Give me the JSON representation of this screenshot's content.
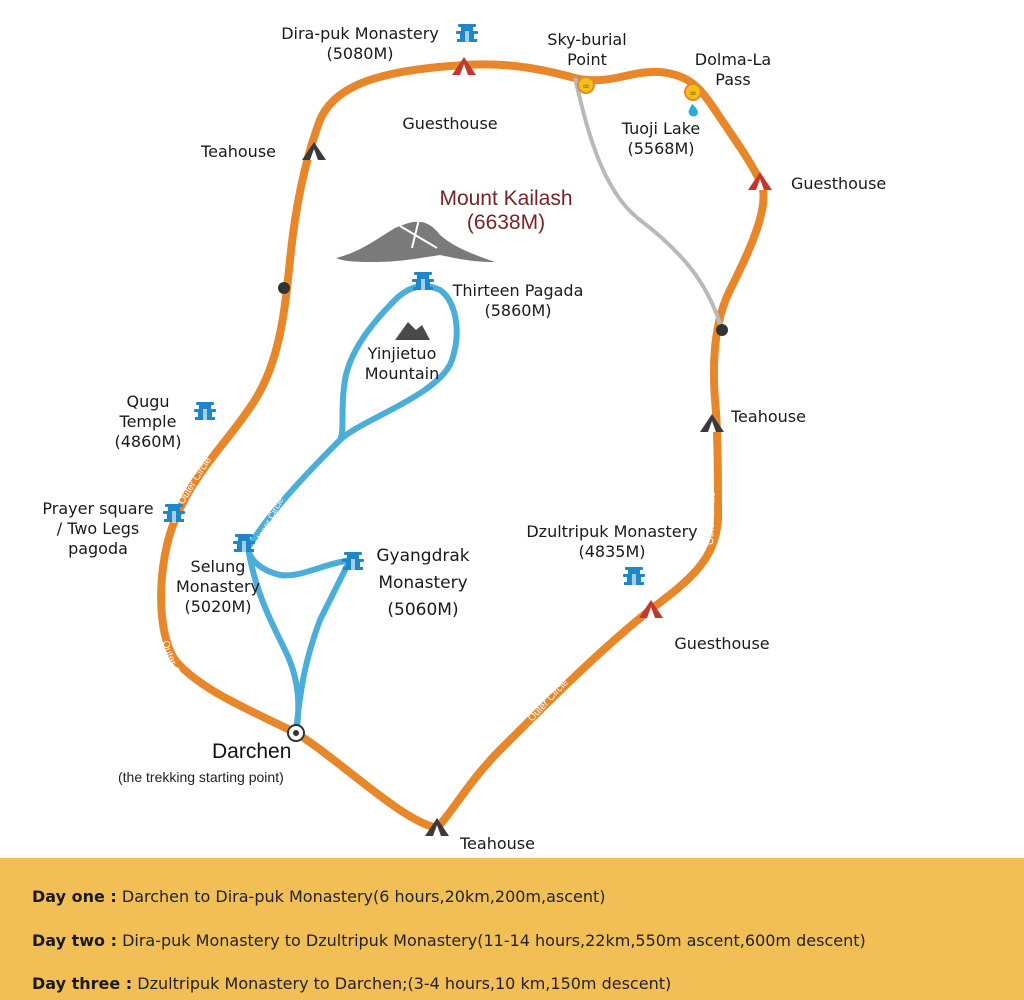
{
  "map": {
    "peak": {
      "name": "Mount Kailash",
      "elevation": "(6638M)"
    },
    "start": {
      "name": "Darchen",
      "note": "(the trekking starting point)"
    },
    "places": {
      "dira_puk": [
        "Dira-puk Monastery",
        "(5080M)"
      ],
      "sky_burial": [
        "Sky-burial",
        "Point"
      ],
      "dolma_la": [
        "Dolma-La",
        "Pass"
      ],
      "tuoji_lake": [
        "Tuoji Lake",
        "(5568M)"
      ],
      "thirteen_pagoda": [
        "Thirteen Pagada",
        "(5860M)"
      ],
      "yinjietuo": [
        "Yinjietuo",
        "Mountain"
      ],
      "qugu": [
        "Qugu",
        "Temple",
        "(4860M)"
      ],
      "prayer_square": [
        "Prayer square",
        "/ Two Legs",
        "pagoda"
      ],
      "selung": [
        "Selung",
        "Monastery",
        "(5020M)"
      ],
      "gyangdrak": [
        "Gyangdrak",
        "Monastery",
        "(5060M)"
      ],
      "dzultripuk": [
        "Dzultripuk Monastery",
        "(4835M)"
      ]
    },
    "facilities": {
      "guesthouse_north": "Guesthouse",
      "guesthouse_east": "Guesthouse",
      "guesthouse_south": "Guesthouse",
      "teahouse_nw": "Teahouse",
      "teahouse_east": "Teahouse",
      "teahouse_south": "Teahouse"
    },
    "route_labels": {
      "outer": "Outer Circle",
      "inner": "Inner Circle"
    },
    "colors": {
      "outer_route": "#e8862a",
      "inner_route": "#4aaed9",
      "shortcut": "#b9b9b9",
      "landmark_icon": "#1f86c9",
      "guesthouse_icon": "#c0392b",
      "peak_text": "#7a2326",
      "itinerary_band": "#f2bf57"
    }
  },
  "itinerary": [
    {
      "day": "Day one :",
      "text": "Darchen to Dira-puk Monastery(6 hours,20km,200m,ascent)"
    },
    {
      "day": "Day two :",
      "text": "Dira-puk Monastery to Dzultripuk Monastery(11-14 hours,22km,550m ascent,600m descent)"
    },
    {
      "day": "Day three :",
      "text": "Dzultripuk Monastery to Darchen;(3-4 hours,10 km,150m descent)"
    }
  ]
}
